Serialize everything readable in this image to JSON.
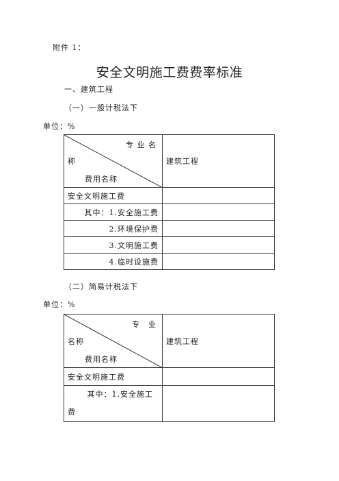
{
  "doc": {
    "attachment_label": "附件 1：",
    "title": "安全文明施工费费率标准",
    "section1": "一、建筑工程"
  },
  "general": {
    "heading": "（一）一般计税法下",
    "unit": "单位：%",
    "header": {
      "diag_top": "专 业 名",
      "diag_left": "称",
      "diag_bottom": "费用名称",
      "column": "建筑工程"
    },
    "rows": [
      {
        "label": "安全文明施工费",
        "value": ""
      },
      {
        "label": "其中：1.安全施工费",
        "value": ""
      },
      {
        "label": "2.环境保护费",
        "value": ""
      },
      {
        "label": "3.文明施工费",
        "value": ""
      },
      {
        "label": "4.临时设施费",
        "value": ""
      }
    ]
  },
  "simple": {
    "heading": "（二）简易计税法下",
    "unit": "单位：%",
    "header": {
      "diag_top": "专　业",
      "diag_left": "名称",
      "diag_bottom": "费用名称",
      "column": "建筑工程"
    },
    "rows": [
      {
        "label": "安全文明施工费",
        "value": ""
      },
      {
        "label_line1": "其中：1.安全施工",
        "label_line2": "费",
        "value": ""
      }
    ]
  }
}
